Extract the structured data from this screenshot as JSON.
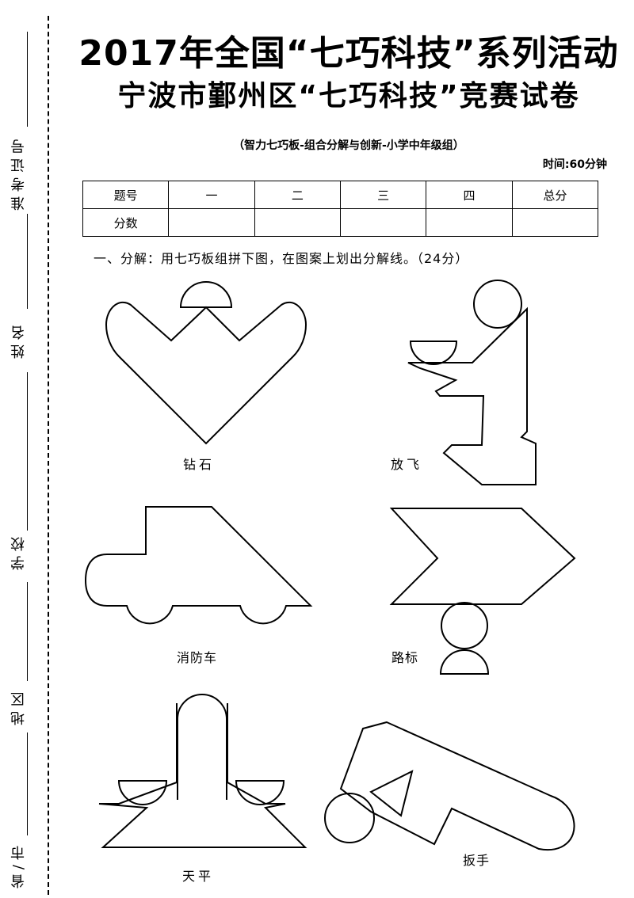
{
  "header": {
    "title_line1": "2017年全国“七巧科技”系列活动",
    "title_line2": "宁波市鄞州区“七巧科技”竞赛试卷",
    "subtitle": "（智力七巧板-组合分解与创新-小学中年级组）",
    "time": "时间:60分钟"
  },
  "sidebar": {
    "fields": [
      "准考证号",
      "姓名",
      "学校",
      "地区",
      "省/市"
    ]
  },
  "score_table": {
    "header_row": [
      "题号",
      "一",
      "二",
      "三",
      "四",
      "总分"
    ],
    "score_row": [
      "分数",
      "",
      "",
      "",
      "",
      ""
    ]
  },
  "section1": {
    "instruction": "一、分解：用七巧板组拼下图，在图案上划出分解线。（24分）"
  },
  "figures": [
    {
      "label": "钻石"
    },
    {
      "label": "放飞"
    },
    {
      "label": "消防车"
    },
    {
      "label": "路标"
    },
    {
      "label": "天平"
    },
    {
      "label": "扳手"
    }
  ]
}
